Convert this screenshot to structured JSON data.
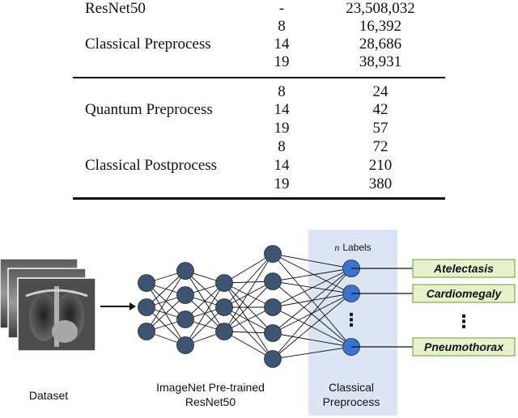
{
  "table": {
    "rows": [
      {
        "name": "ResNet50",
        "n": "-",
        "params": "23,508,032"
      },
      {
        "name": "",
        "n": "8",
        "params": "16,392"
      },
      {
        "name": "Classical Preprocess",
        "n": "14",
        "params": "28,686"
      },
      {
        "name": "",
        "n": "19",
        "params": "38,931"
      },
      {
        "name": "",
        "n": "8",
        "params": "24"
      },
      {
        "name": "Quantum Preprocess",
        "n": "14",
        "params": "42"
      },
      {
        "name": "",
        "n": "19",
        "params": "57"
      },
      {
        "name": "",
        "n": "8",
        "params": "72"
      },
      {
        "name": "Classical Postprocess",
        "n": "14",
        "params": "210"
      },
      {
        "name": "",
        "n": "19",
        "params": "380"
      }
    ]
  },
  "figure": {
    "dataset_label": "Dataset",
    "resnet_label_line1": "ImageNet Pre-trained",
    "resnet_label_line2": "ResNet50",
    "labels_header_n": "n",
    "labels_header_text": "Labels",
    "box_label_line1": "Classical",
    "box_label_line2": "Preprocess",
    "outputs": [
      "Atelectasis",
      "Cardiomegaly",
      "Pneumothorax"
    ],
    "dots": "⋮",
    "colors": {
      "node": "#3f5470",
      "output_node": "#3a73d1",
      "box": "#dce5f3",
      "label_box": "#e6f2cc",
      "label_box_border": "#6a9a2c"
    }
  }
}
